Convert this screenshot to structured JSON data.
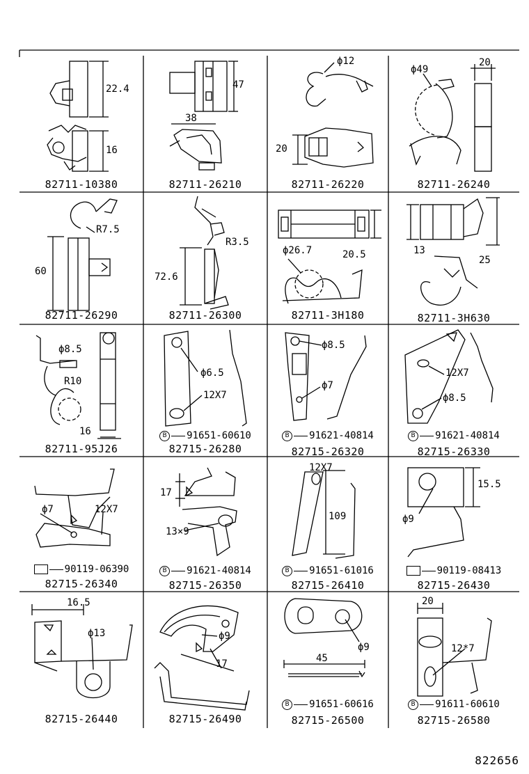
{
  "sheet_id": "822656",
  "cells": [
    {
      "part": "82711-10380",
      "dims": [
        "22.4",
        "16"
      ]
    },
    {
      "part": "82711-26210",
      "dims": [
        "47",
        "38"
      ]
    },
    {
      "part": "82711-26220",
      "dims": [
        "ϕ12",
        "20"
      ]
    },
    {
      "part": "82711-26240",
      "dims": [
        "ϕ49",
        "20"
      ]
    },
    {
      "part": "82711-26290",
      "dims": [
        "R7.5",
        "60"
      ]
    },
    {
      "part": "82711-26300",
      "dims": [
        "R3.5",
        "72.6"
      ]
    },
    {
      "part": "82711-3H180",
      "dims": [
        "ϕ26.7",
        "20.5"
      ]
    },
    {
      "part": "82711-3H630",
      "dims": [
        "13",
        "25"
      ]
    },
    {
      "part": "82711-95J26",
      "dims": [
        "ϕ8.5",
        "R10",
        "16"
      ]
    },
    {
      "part": "82715-26280",
      "sub": "91651-60610",
      "sub_type": "B",
      "dims": [
        "ϕ6.5",
        "12X7"
      ]
    },
    {
      "part": "82715-26320",
      "sub": "91621-40814",
      "sub_type": "B",
      "dims": [
        "ϕ8.5",
        "ϕ7"
      ]
    },
    {
      "part": "82715-26330",
      "sub": "91621-40814",
      "sub_type": "B",
      "dims": [
        "12X7",
        "ϕ8.5"
      ]
    },
    {
      "part": "82715-26340",
      "sub": "90119-06390",
      "sub_type": "bolt",
      "dims": [
        "ϕ7",
        "12X7"
      ]
    },
    {
      "part": "82715-26350",
      "sub": "91621-40814",
      "sub_type": "B",
      "dims": [
        "17",
        "13×9"
      ]
    },
    {
      "part": "82715-26410",
      "sub": "91651-61016",
      "sub_type": "B",
      "dims": [
        "12X7",
        "109"
      ]
    },
    {
      "part": "82715-26430",
      "sub": "90119-08413",
      "sub_type": "bolt",
      "dims": [
        "15.5",
        "ϕ9"
      ]
    },
    {
      "part": "82715-26440",
      "dims": [
        "16.5",
        "ϕ13"
      ]
    },
    {
      "part": "82715-26490",
      "dims": [
        "ϕ9",
        "17"
      ]
    },
    {
      "part": "82715-26500",
      "sub": "91651-60616",
      "sub_type": "B",
      "dims": [
        "ϕ9",
        "45"
      ]
    },
    {
      "part": "82715-26580",
      "sub": "91611-60610",
      "sub_type": "B",
      "dims": [
        "20",
        "12*7"
      ]
    }
  ]
}
